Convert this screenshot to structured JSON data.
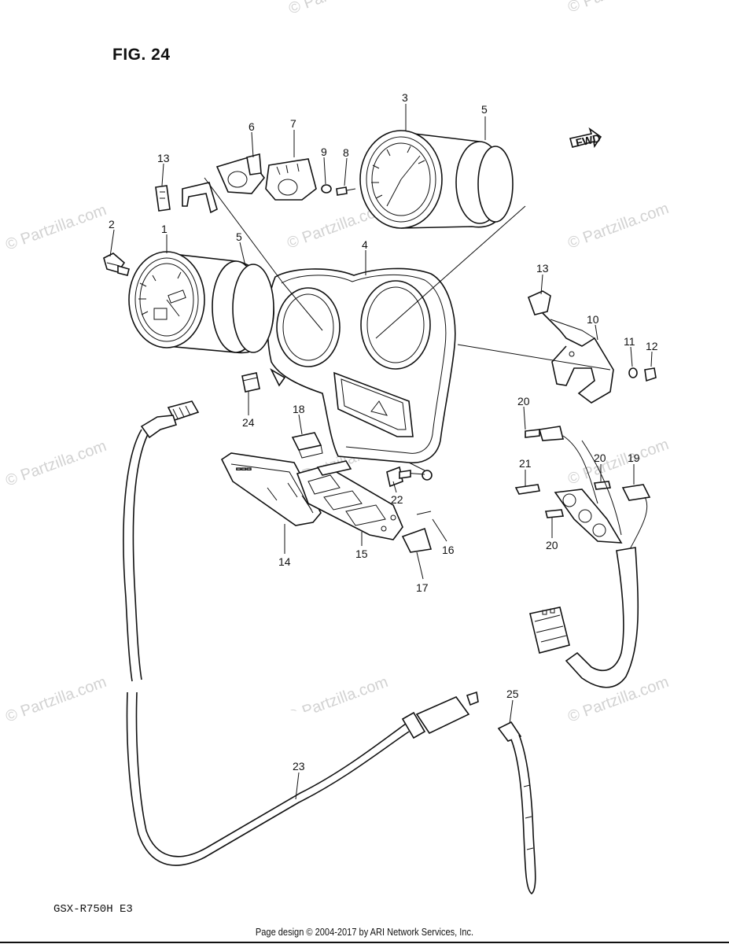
{
  "figure": {
    "title": "FIG. 24",
    "model_code": "GSX-R750H  E3",
    "fwd_label": "FWD"
  },
  "watermark": {
    "text": "© Partzilla.com"
  },
  "footer": {
    "text": "Page design © 2004-2017 by ARI Network Services, Inc."
  },
  "callouts": [
    {
      "id": "c1",
      "label": "1"
    },
    {
      "id": "c2",
      "label": "2"
    },
    {
      "id": "c3",
      "label": "3"
    },
    {
      "id": "c4",
      "label": "4"
    },
    {
      "id": "c5a",
      "label": "5"
    },
    {
      "id": "c5b",
      "label": "5"
    },
    {
      "id": "c6",
      "label": "6"
    },
    {
      "id": "c7",
      "label": "7"
    },
    {
      "id": "c8",
      "label": "8"
    },
    {
      "id": "c9",
      "label": "9"
    },
    {
      "id": "c10",
      "label": "10"
    },
    {
      "id": "c11",
      "label": "11"
    },
    {
      "id": "c12",
      "label": "12"
    },
    {
      "id": "c13a",
      "label": "13"
    },
    {
      "id": "c13b",
      "label": "13"
    },
    {
      "id": "c14",
      "label": "14"
    },
    {
      "id": "c15",
      "label": "15"
    },
    {
      "id": "c16",
      "label": "16"
    },
    {
      "id": "c17",
      "label": "17"
    },
    {
      "id": "c18",
      "label": "18"
    },
    {
      "id": "c19",
      "label": "19"
    },
    {
      "id": "c20a",
      "label": "20"
    },
    {
      "id": "c20b",
      "label": "20"
    },
    {
      "id": "c20c",
      "label": "20"
    },
    {
      "id": "c21",
      "label": "21"
    },
    {
      "id": "c22",
      "label": "22"
    },
    {
      "id": "c23",
      "label": "23"
    },
    {
      "id": "c24",
      "label": "24"
    },
    {
      "id": "c25",
      "label": "25"
    }
  ]
}
